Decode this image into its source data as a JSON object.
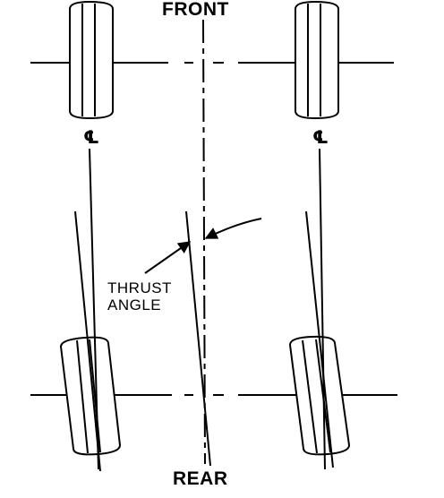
{
  "labels": {
    "front": "FRONT",
    "rear": "REAR",
    "thrust_line1": "THRUST",
    "thrust_line2": "ANGLE"
  },
  "colors": {
    "ink": "#000000",
    "background": "#ffffff"
  },
  "icons": {
    "centerline": "centerline-symbol"
  }
}
